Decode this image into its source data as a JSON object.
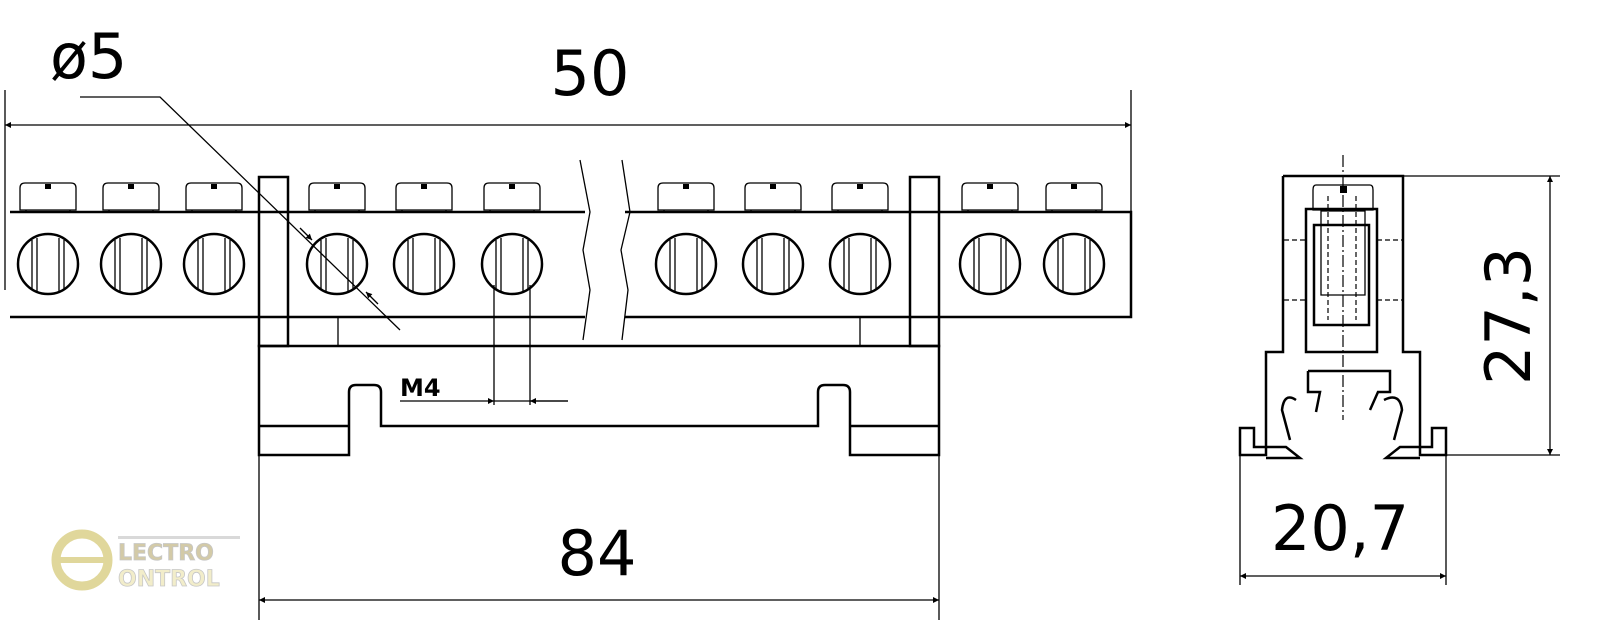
{
  "dimensions": {
    "hole_diameter": "ø5",
    "length_top": "50",
    "length_base": "84",
    "screw": "M4",
    "height": "27,3",
    "width": "20,7"
  },
  "logo": {
    "line1": "LECTRO",
    "line2": "ONTROL"
  },
  "terminals": 11
}
